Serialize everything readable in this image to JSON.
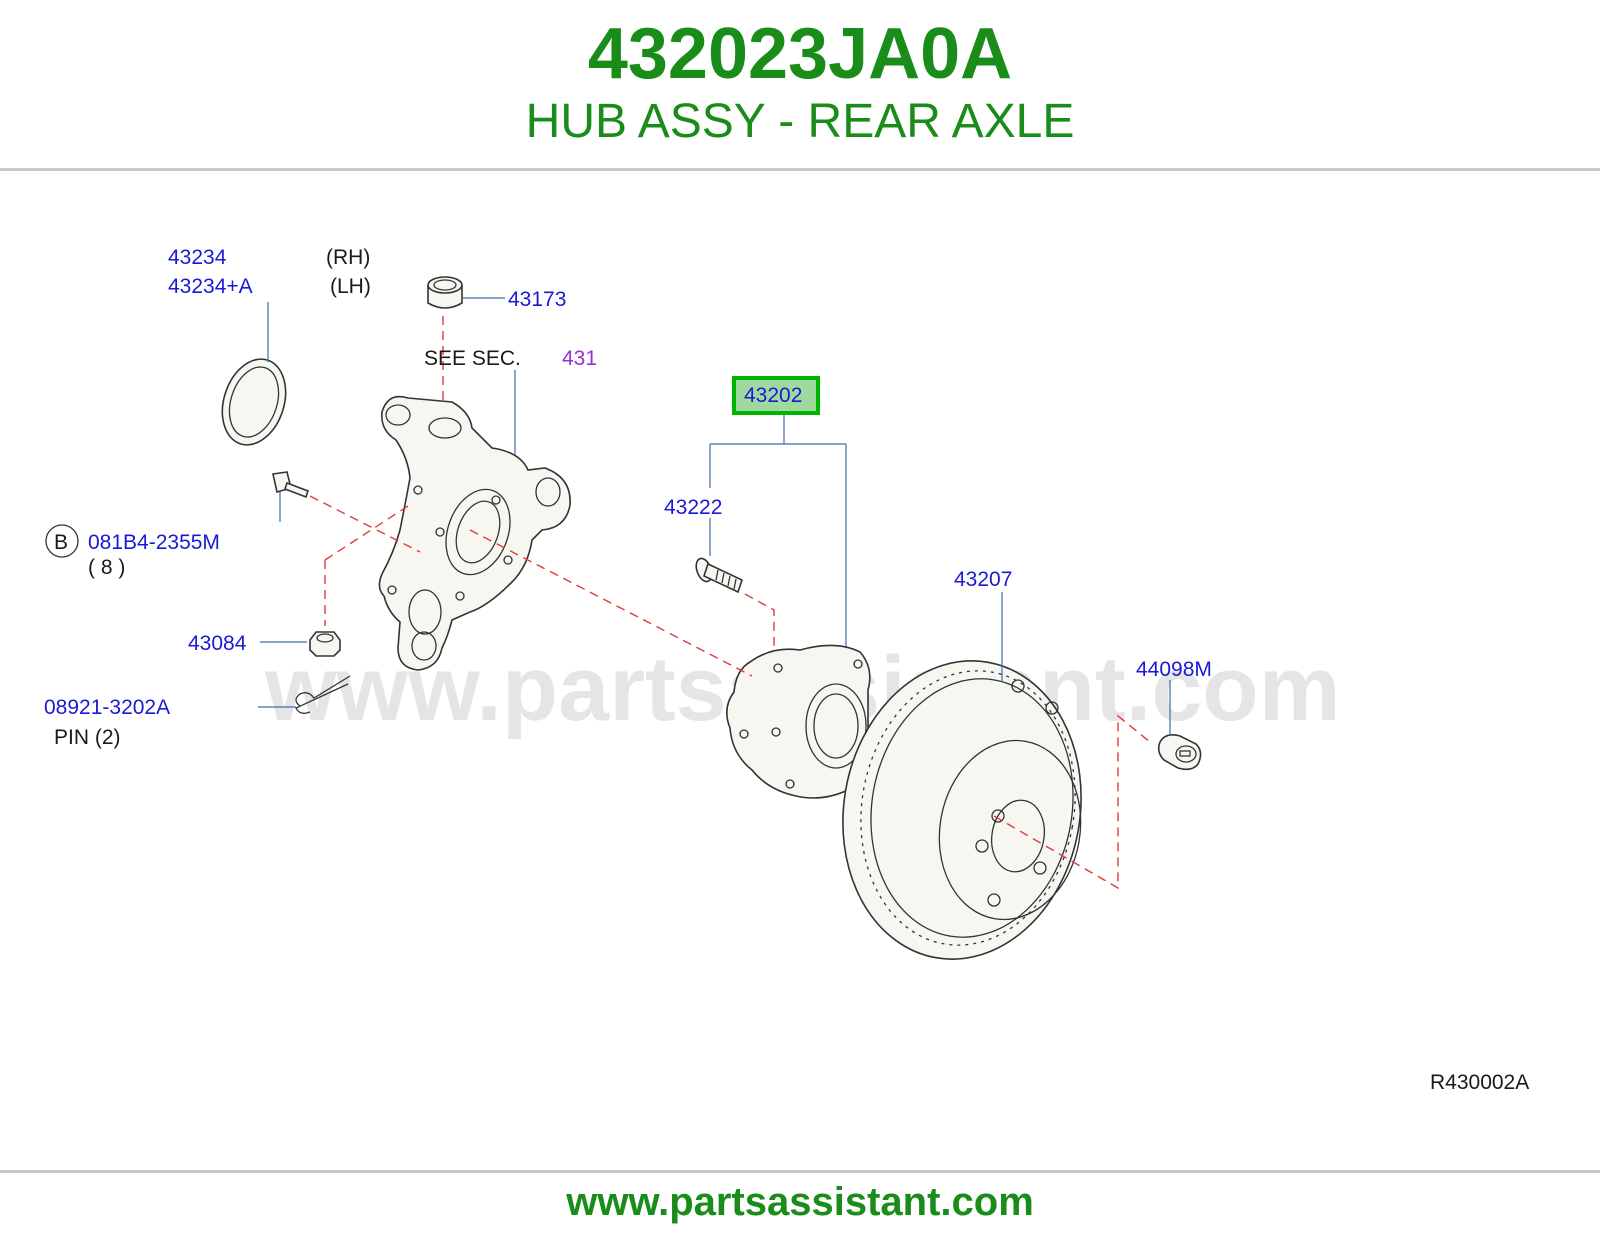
{
  "header": {
    "part_number": "432023JA0A",
    "description": "HUB ASSY - REAR AXLE"
  },
  "diagram": {
    "watermark": "www.partsassistant.com",
    "code": "R430002A",
    "callouts": {
      "seal_rh": "43234",
      "seal_lh": "43234+A",
      "rh": "(RH)",
      "lh": "(LH)",
      "bushing": "43173",
      "see_sec": "SEE   SEC.",
      "sec_ref": "431",
      "hub_assy": "43202",
      "hub_bolt": "43222",
      "bolt_badge": "B",
      "bolt": "081B4-2355M",
      "bolt_qty": "( 8 )",
      "nut": "43084",
      "cotter_pin": "08921-3202A",
      "pin_qty": "PIN  (2)",
      "rotor": "43207",
      "plug": "44098M"
    },
    "highlight_color": "#00b400"
  },
  "footer": {
    "url": "www.partsassistant.com"
  },
  "colors": {
    "brand_green": "#1a8c1a",
    "callout_blue": "#1a1ad6",
    "section_purple": "#9b2fd6",
    "dash_red": "#e03a3a"
  }
}
